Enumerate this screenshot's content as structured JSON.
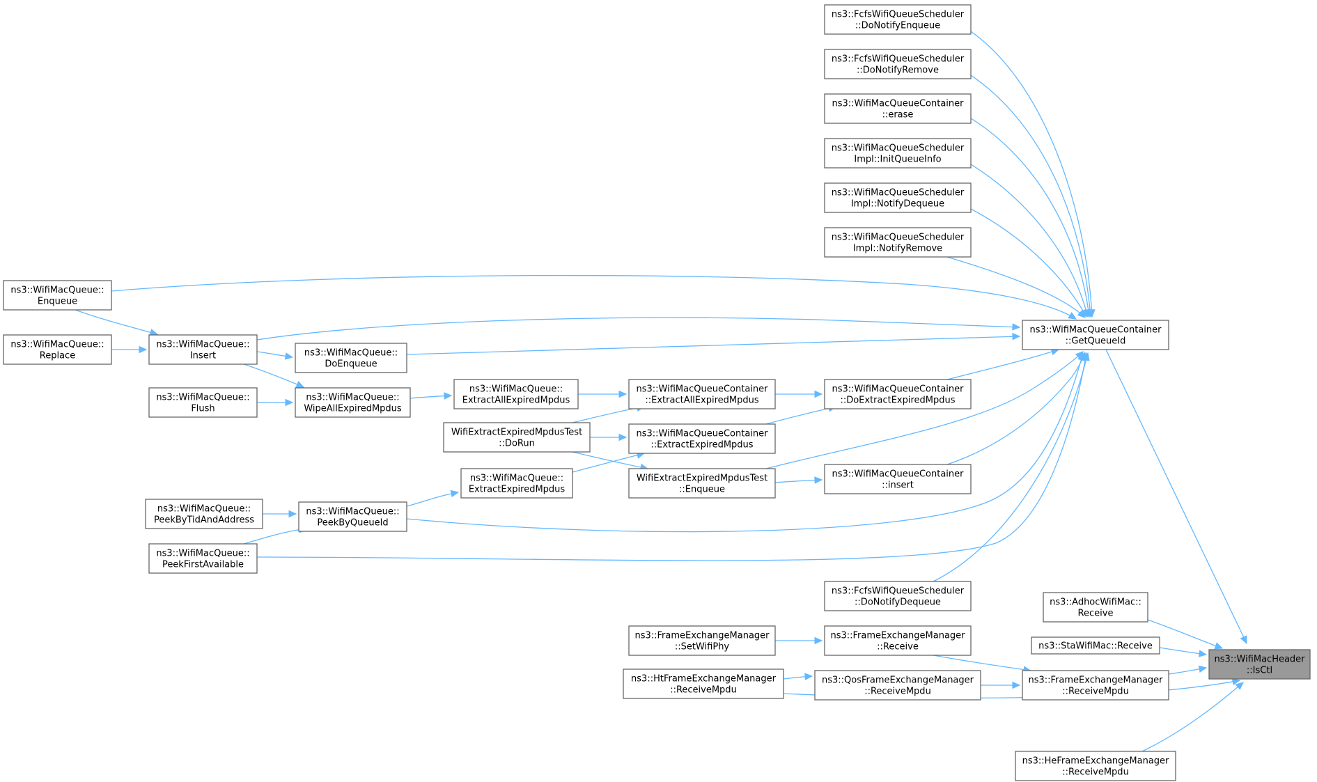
{
  "colors": {
    "edge": "#63b8ff",
    "node_border": "#666666",
    "node_fill": "#ffffff",
    "root_fill": "#999999",
    "background": "#ffffff"
  },
  "nodes": [
    {
      "id": "n_isctl",
      "name": "node-wifimacheader-isctl",
      "lines": [
        "ns3::WifiMacHeader",
        "::IsCtl"
      ],
      "root": true
    },
    {
      "id": "n_getqueueid",
      "name": "node-wifimacqueuecontainer-getqueueid",
      "lines": [
        "ns3::WifiMacQueueContainer",
        "::GetQueueId"
      ]
    },
    {
      "id": "n_fcfs_enq",
      "name": "node-fcfswifiqueuescheduler-donotifyenqueue",
      "lines": [
        "ns3::FcfsWifiQueueScheduler",
        "::DoNotifyEnqueue"
      ]
    },
    {
      "id": "n_fcfs_rem",
      "name": "node-fcfswifiqueuescheduler-donotifyremove",
      "lines": [
        "ns3::FcfsWifiQueueScheduler",
        "::DoNotifyRemove"
      ]
    },
    {
      "id": "n_cont_erase",
      "name": "node-wifimacqueuecontainer-erase",
      "lines": [
        "ns3::WifiMacQueueContainer",
        "::erase"
      ]
    },
    {
      "id": "n_sched_init",
      "name": "node-wifimacqueuescheduler-initqueueinfo",
      "lines": [
        "ns3::WifiMacQueueScheduler",
        "Impl::InitQueueInfo"
      ]
    },
    {
      "id": "n_sched_deq",
      "name": "node-wifimacqueuescheduler-notifydequeue",
      "lines": [
        "ns3::WifiMacQueueScheduler",
        "Impl::NotifyDequeue"
      ]
    },
    {
      "id": "n_sched_rem",
      "name": "node-wifimacqueuescheduler-notifyremove",
      "lines": [
        "ns3::WifiMacQueueScheduler",
        "Impl::NotifyRemove"
      ]
    },
    {
      "id": "n_q_enqueue",
      "name": "node-wifimacqueue-enqueue",
      "lines": [
        "ns3::WifiMacQueue::",
        "Enqueue"
      ]
    },
    {
      "id": "n_q_insert",
      "name": "node-wifimacqueue-insert",
      "lines": [
        "ns3::WifiMacQueue::",
        "Insert"
      ]
    },
    {
      "id": "n_q_replace",
      "name": "node-wifimacqueue-replace",
      "lines": [
        "ns3::WifiMacQueue::",
        "Replace"
      ]
    },
    {
      "id": "n_q_doenqueue",
      "name": "node-wifimacqueue-doenqueue",
      "lines": [
        "ns3::WifiMacQueue::",
        "DoEnqueue"
      ]
    },
    {
      "id": "n_q_flush",
      "name": "node-wifimacqueue-flush",
      "lines": [
        "ns3::WifiMacQueue::",
        "Flush"
      ]
    },
    {
      "id": "n_q_wipe",
      "name": "node-wifimacqueue-wipeallexpiredmpdus",
      "lines": [
        "ns3::WifiMacQueue::",
        "WipeAllExpiredMpdus"
      ]
    },
    {
      "id": "n_q_extractall",
      "name": "node-wifimacqueue-extractallexpiredmpdus",
      "lines": [
        "ns3::WifiMacQueue::",
        "ExtractAllExpiredMpdus"
      ]
    },
    {
      "id": "n_cont_extractall",
      "name": "node-wifimacqueuecontainer-extractallexpiredmpdus",
      "lines": [
        "ns3::WifiMacQueueContainer",
        "::ExtractAllExpiredMpdus"
      ]
    },
    {
      "id": "n_cont_doextract",
      "name": "node-wifimacqueuecontainer-doextractexpiredmpdus",
      "lines": [
        "ns3::WifiMacQueueContainer",
        "::DoExtractExpiredMpdus"
      ]
    },
    {
      "id": "n_test_dorun",
      "name": "node-wifiextractexpiredmpdustest-dorun",
      "lines": [
        "WifiExtractExpiredMpdusTest",
        "::DoRun"
      ]
    },
    {
      "id": "n_cont_extract",
      "name": "node-wifimacqueuecontainer-extractexpiredmpdus",
      "lines": [
        "ns3::WifiMacQueueContainer",
        "::ExtractExpiredMpdus"
      ]
    },
    {
      "id": "n_q_extract",
      "name": "node-wifimacqueue-extractexpiredmpdus",
      "lines": [
        "ns3::WifiMacQueue::",
        "ExtractExpiredMpdus"
      ]
    },
    {
      "id": "n_test_enqueue",
      "name": "node-wifiextractexpiredmpdustest-enqueue",
      "lines": [
        "WifiExtractExpiredMpdusTest",
        "::Enqueue"
      ]
    },
    {
      "id": "n_cont_insert",
      "name": "node-wifimacqueuecontainer-insert",
      "lines": [
        "ns3::WifiMacQueueContainer",
        "::insert"
      ]
    },
    {
      "id": "n_q_peektid",
      "name": "node-wifimacqueue-peekbytidandaddress",
      "lines": [
        "ns3::WifiMacQueue::",
        "PeekByTidAndAddress"
      ]
    },
    {
      "id": "n_q_peekqid",
      "name": "node-wifimacqueue-peekbyqueueid",
      "lines": [
        "ns3::WifiMacQueue::",
        "PeekByQueueId"
      ]
    },
    {
      "id": "n_q_peekfirst",
      "name": "node-wifimacqueue-peekfirstavailable",
      "lines": [
        "ns3::WifiMacQueue::",
        "PeekFirstAvailable"
      ]
    },
    {
      "id": "n_fcfs_deq",
      "name": "node-fcfswifiqueuescheduler-donotifydequeue",
      "lines": [
        "ns3::FcfsWifiQueueScheduler",
        "::DoNotifyDequeue"
      ]
    },
    {
      "id": "n_adhoc_recv",
      "name": "node-adhocwifimac-receive",
      "lines": [
        "ns3::AdhocWifiMac::",
        "Receive"
      ]
    },
    {
      "id": "n_fem_setphy",
      "name": "node-frameexchangemanager-setwifiphy",
      "lines": [
        "ns3::FrameExchangeManager",
        "::SetWifiPhy"
      ]
    },
    {
      "id": "n_fem_recv",
      "name": "node-frameexchangemanager-receive",
      "lines": [
        "ns3::FrameExchangeManager",
        "::Receive"
      ]
    },
    {
      "id": "n_sta_recv",
      "name": "node-stawifimac-receive",
      "lines": [
        "ns3::StaWifiMac::Receive"
      ]
    },
    {
      "id": "n_qos_recvmpdu",
      "name": "node-qosframeexchangemanager-receivempdu",
      "lines": [
        "ns3::QosFrameExchangeManager",
        "::ReceiveMpdu"
      ]
    },
    {
      "id": "n_fem_recvmpdu",
      "name": "node-frameexchangemanager-receivempdu",
      "lines": [
        "ns3::FrameExchangeManager",
        "::ReceiveMpdu"
      ]
    },
    {
      "id": "n_ht_recvmpdu",
      "name": "node-htframeexchangemanager-receivempdu",
      "lines": [
        "ns3::HtFrameExchangeManager",
        "::ReceiveMpdu"
      ]
    },
    {
      "id": "n_he_recvmpdu",
      "name": "node-heframeexchangemanager-receivempdu",
      "lines": [
        "ns3::HeFrameExchangeManager",
        "::ReceiveMpdu"
      ]
    }
  ],
  "edges": [
    {
      "from": "n_getqueueid",
      "to": "n_isctl"
    },
    {
      "from": "n_adhoc_recv",
      "to": "n_isctl"
    },
    {
      "from": "n_sta_recv",
      "to": "n_isctl"
    },
    {
      "from": "n_fem_recvmpdu",
      "to": "n_isctl"
    },
    {
      "from": "n_ht_recvmpdu",
      "to": "n_isctl"
    },
    {
      "from": "n_he_recvmpdu",
      "to": "n_isctl"
    },
    {
      "from": "n_fcfs_enq",
      "to": "n_getqueueid"
    },
    {
      "from": "n_fcfs_rem",
      "to": "n_getqueueid"
    },
    {
      "from": "n_cont_erase",
      "to": "n_getqueueid"
    },
    {
      "from": "n_sched_init",
      "to": "n_getqueueid"
    },
    {
      "from": "n_sched_deq",
      "to": "n_getqueueid"
    },
    {
      "from": "n_sched_rem",
      "to": "n_getqueueid"
    },
    {
      "from": "n_q_enqueue",
      "to": "n_getqueueid"
    },
    {
      "from": "n_q_insert",
      "to": "n_getqueueid"
    },
    {
      "from": "n_q_doenqueue",
      "to": "n_getqueueid"
    },
    {
      "from": "n_cont_doextract",
      "to": "n_getqueueid"
    },
    {
      "from": "n_test_enqueue",
      "to": "n_getqueueid"
    },
    {
      "from": "n_cont_insert",
      "to": "n_getqueueid"
    },
    {
      "from": "n_q_peekqid",
      "to": "n_getqueueid"
    },
    {
      "from": "n_q_peekfirst",
      "to": "n_getqueueid"
    },
    {
      "from": "n_fcfs_deq",
      "to": "n_getqueueid"
    },
    {
      "from": "n_q_enqueue",
      "to": "n_q_insert"
    },
    {
      "from": "n_q_replace",
      "to": "n_q_insert"
    },
    {
      "from": "n_q_insert",
      "to": "n_q_doenqueue"
    },
    {
      "from": "n_q_insert",
      "to": "n_q_wipe"
    },
    {
      "from": "n_q_flush",
      "to": "n_q_wipe"
    },
    {
      "from": "n_q_wipe",
      "to": "n_q_extractall"
    },
    {
      "from": "n_q_extractall",
      "to": "n_cont_extractall"
    },
    {
      "from": "n_test_dorun",
      "to": "n_cont_extractall"
    },
    {
      "from": "n_test_dorun",
      "to": "n_cont_extract"
    },
    {
      "from": "n_test_dorun",
      "to": "n_test_enqueue"
    },
    {
      "from": "n_q_extract",
      "to": "n_cont_extract"
    },
    {
      "from": "n_cont_extractall",
      "to": "n_cont_doextract"
    },
    {
      "from": "n_cont_extract",
      "to": "n_cont_doextract"
    },
    {
      "from": "n_test_enqueue",
      "to": "n_cont_insert"
    },
    {
      "from": "n_q_peekqid",
      "to": "n_q_extract"
    },
    {
      "from": "n_q_peektid",
      "to": "n_q_peekqid"
    },
    {
      "from": "n_q_peekfirst",
      "to": "n_q_peekqid"
    },
    {
      "from": "n_fem_setphy",
      "to": "n_fem_recv"
    },
    {
      "from": "n_fem_recv",
      "to": "n_fem_recvmpdu"
    },
    {
      "from": "n_qos_recvmpdu",
      "to": "n_fem_recvmpdu"
    },
    {
      "from": "n_ht_recvmpdu",
      "to": "n_qos_recvmpdu"
    }
  ]
}
